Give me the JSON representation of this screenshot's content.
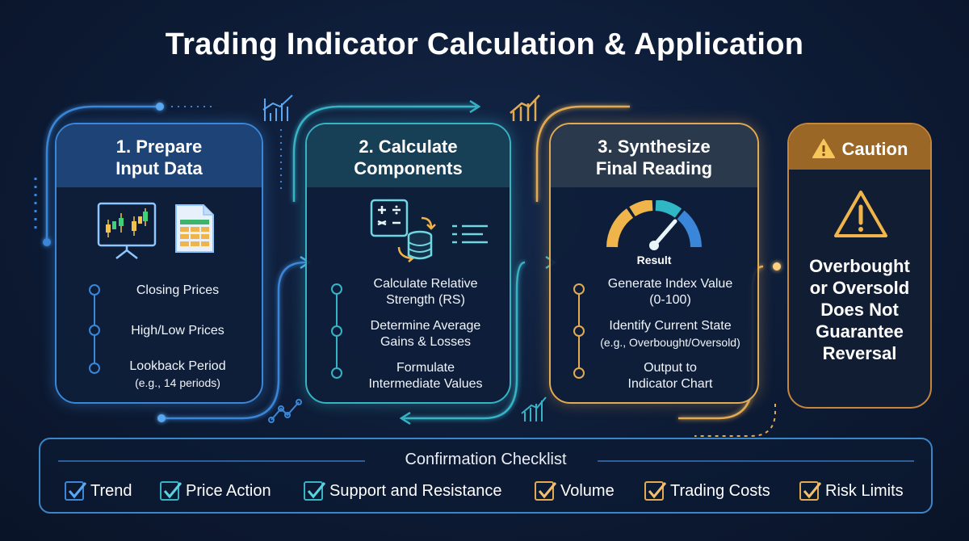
{
  "title": "Trading Indicator Calculation & Application",
  "colors": {
    "step1": "#3a86d8",
    "step2": "#37b3c6",
    "step3": "#e2aa52",
    "caution": "#c7873a",
    "background": "#0d1b35"
  },
  "cards": [
    {
      "heading": [
        "1. Prepare",
        "Input Data"
      ],
      "icons": [
        "candlestick-chart-icon",
        "spreadsheet-icon"
      ],
      "steps": [
        {
          "lines": [
            "Closing Prices"
          ]
        },
        {
          "lines": [
            "High/Low Prices"
          ]
        },
        {
          "lines": [
            "Lookback Period",
            "(e.g., 14 periods)"
          ]
        }
      ]
    },
    {
      "heading": [
        "2. Calculate",
        "Components"
      ],
      "icons": [
        "calculator-icon",
        "database-icon",
        "list-icon"
      ],
      "steps": [
        {
          "lines": [
            "Calculate Relative",
            "Strength (RS)"
          ]
        },
        {
          "lines": [
            "Determine Average",
            "Gains & Losses"
          ]
        },
        {
          "lines": [
            "Formulate",
            "Intermediate Values"
          ]
        }
      ]
    },
    {
      "heading": [
        "3. Synthesize",
        "Final Reading"
      ],
      "icons": [
        "gauge-icon"
      ],
      "result_label": "Result",
      "steps": [
        {
          "lines": [
            "Generate Index Value",
            "(0-100)"
          ]
        },
        {
          "lines": [
            "Identify Current State",
            "(e.g., Overbought/Oversold)"
          ]
        },
        {
          "lines": [
            "Output to",
            "Indicator Chart"
          ]
        }
      ]
    }
  ],
  "caution": {
    "heading": "Caution",
    "icon": "warning-icon",
    "message": [
      "Overbought",
      "or Oversold",
      "Does Not",
      "Guarantee",
      "Reversal"
    ]
  },
  "checklist": {
    "title": "Confirmation Checklist",
    "items": [
      {
        "label": "Trend",
        "color": "#3a86d8"
      },
      {
        "label": "Price Action",
        "color": "#37b3c6"
      },
      {
        "label": "Support and Resistance",
        "color": "#37b3c6"
      },
      {
        "label": "Volume",
        "color": "#e2aa52"
      },
      {
        "label": "Trading Costs",
        "color": "#e2aa52"
      },
      {
        "label": "Risk Limits",
        "color": "#e2aa52"
      }
    ]
  }
}
